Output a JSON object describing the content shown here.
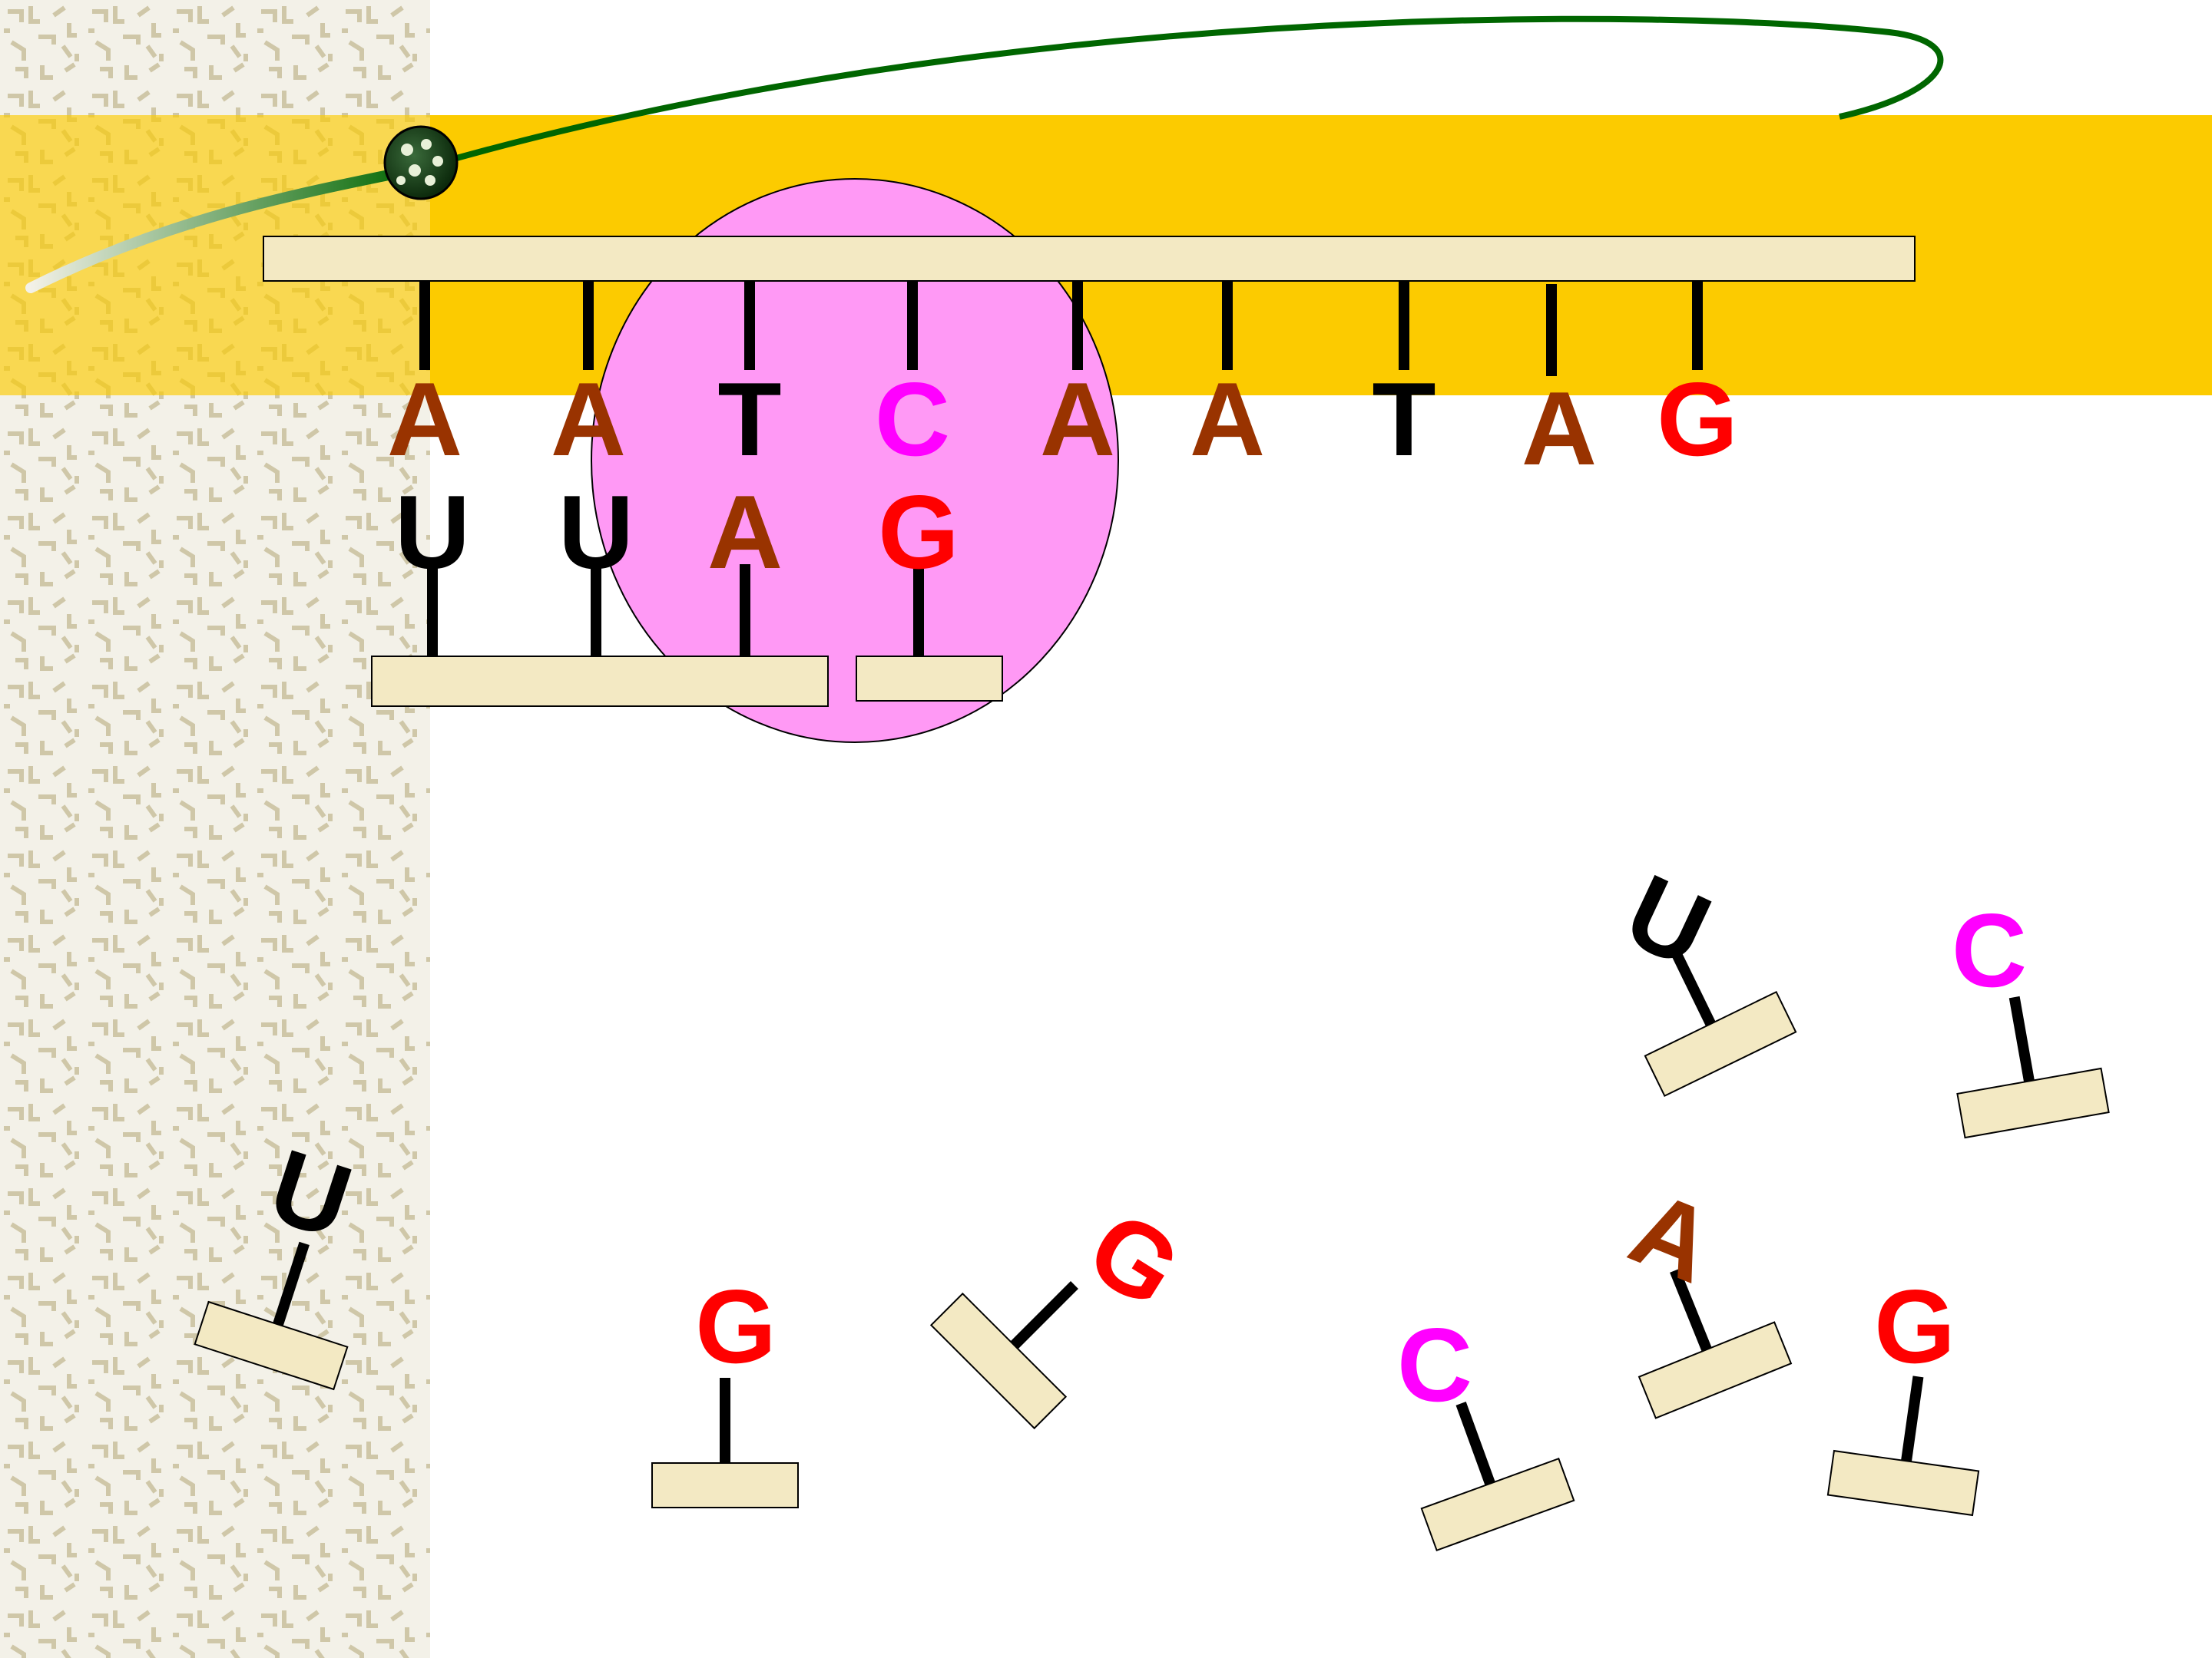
{
  "colors": {
    "background": "#ffffff",
    "texture": "#f3f1e8",
    "texture_marks": "#cfc7a8",
    "band": "#fccb00",
    "ribosome": "#ff99f5",
    "backbone": "#f3e9c3",
    "mrna_tail": "#006600",
    "stem": "#000000",
    "adenine": "#993300",
    "thymine": "#000000",
    "cytosine": "#ff00ff",
    "guanine": "#ff0000",
    "uracil": "#000000"
  },
  "template_strand": [
    "A",
    "A",
    "T",
    "C",
    "A",
    "A",
    "T",
    "A",
    "G"
  ],
  "paired_strand": [
    "U",
    "U",
    "A",
    "G"
  ],
  "free_nucleotides": [
    "U",
    "C",
    "A",
    "U",
    "G",
    "G",
    "C",
    "G"
  ]
}
